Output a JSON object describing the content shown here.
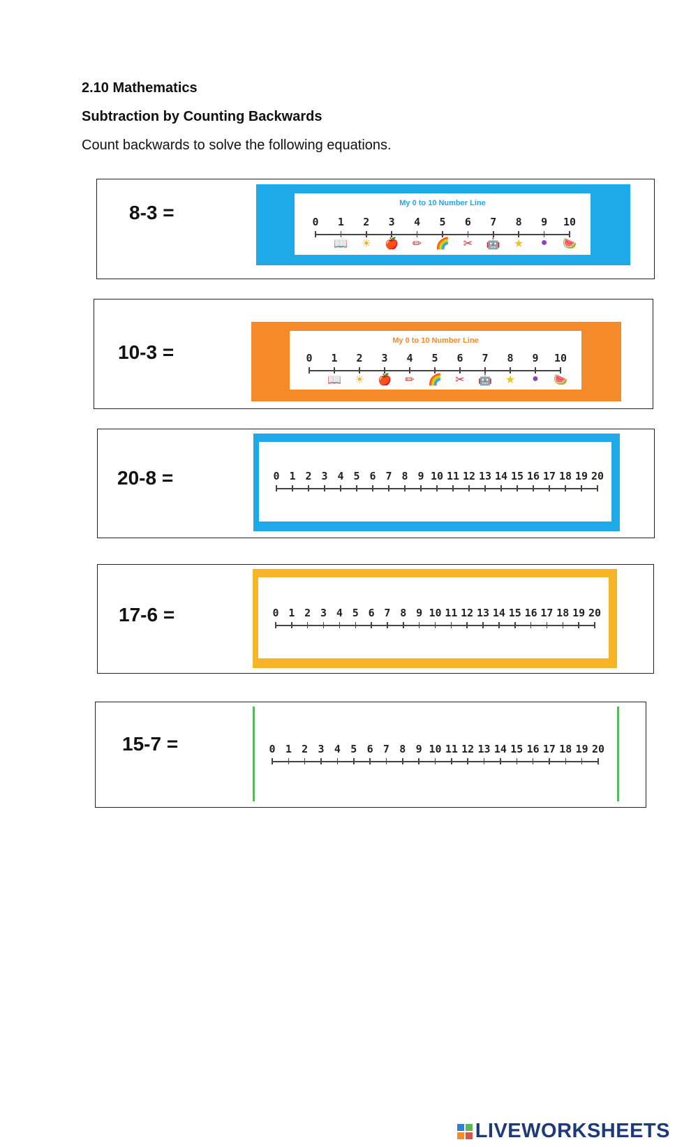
{
  "document": {
    "heading": "2.10 Mathematics",
    "subheading": "Subtraction by Counting Backwards",
    "instructions": "Count backwards to solve the following equations."
  },
  "exercises": [
    {
      "equation": "8-3 =",
      "line_title": "My 0 to 10 Number Line",
      "range": [
        0,
        10
      ],
      "frame_color": "#1ea9e8"
    },
    {
      "equation": "10-3 =",
      "line_title": "My 0 to 10 Number Line",
      "range": [
        0,
        10
      ],
      "frame_color": "#f58a2a"
    },
    {
      "equation": "20-8 =",
      "range": [
        0,
        20
      ],
      "frame_color": "#1ea9e8"
    },
    {
      "equation": "17-6 =",
      "range": [
        0,
        20
      ],
      "frame_color": "#f7b426"
    },
    {
      "equation": "15-7 =",
      "range": [
        0,
        20
      ],
      "frame_color": "#5cb85c"
    }
  ],
  "pictures": [
    "book-icon",
    "sun-icon",
    "apple-icon",
    "pencil-icon",
    "rainbow-icon",
    "scissors-icon",
    "robot-icon",
    "star-icon",
    "plum-icon",
    "watermelon-icon"
  ],
  "footer": {
    "brand": "LIVEWORKSHEETS",
    "brand_color": "#1f3a7a"
  }
}
